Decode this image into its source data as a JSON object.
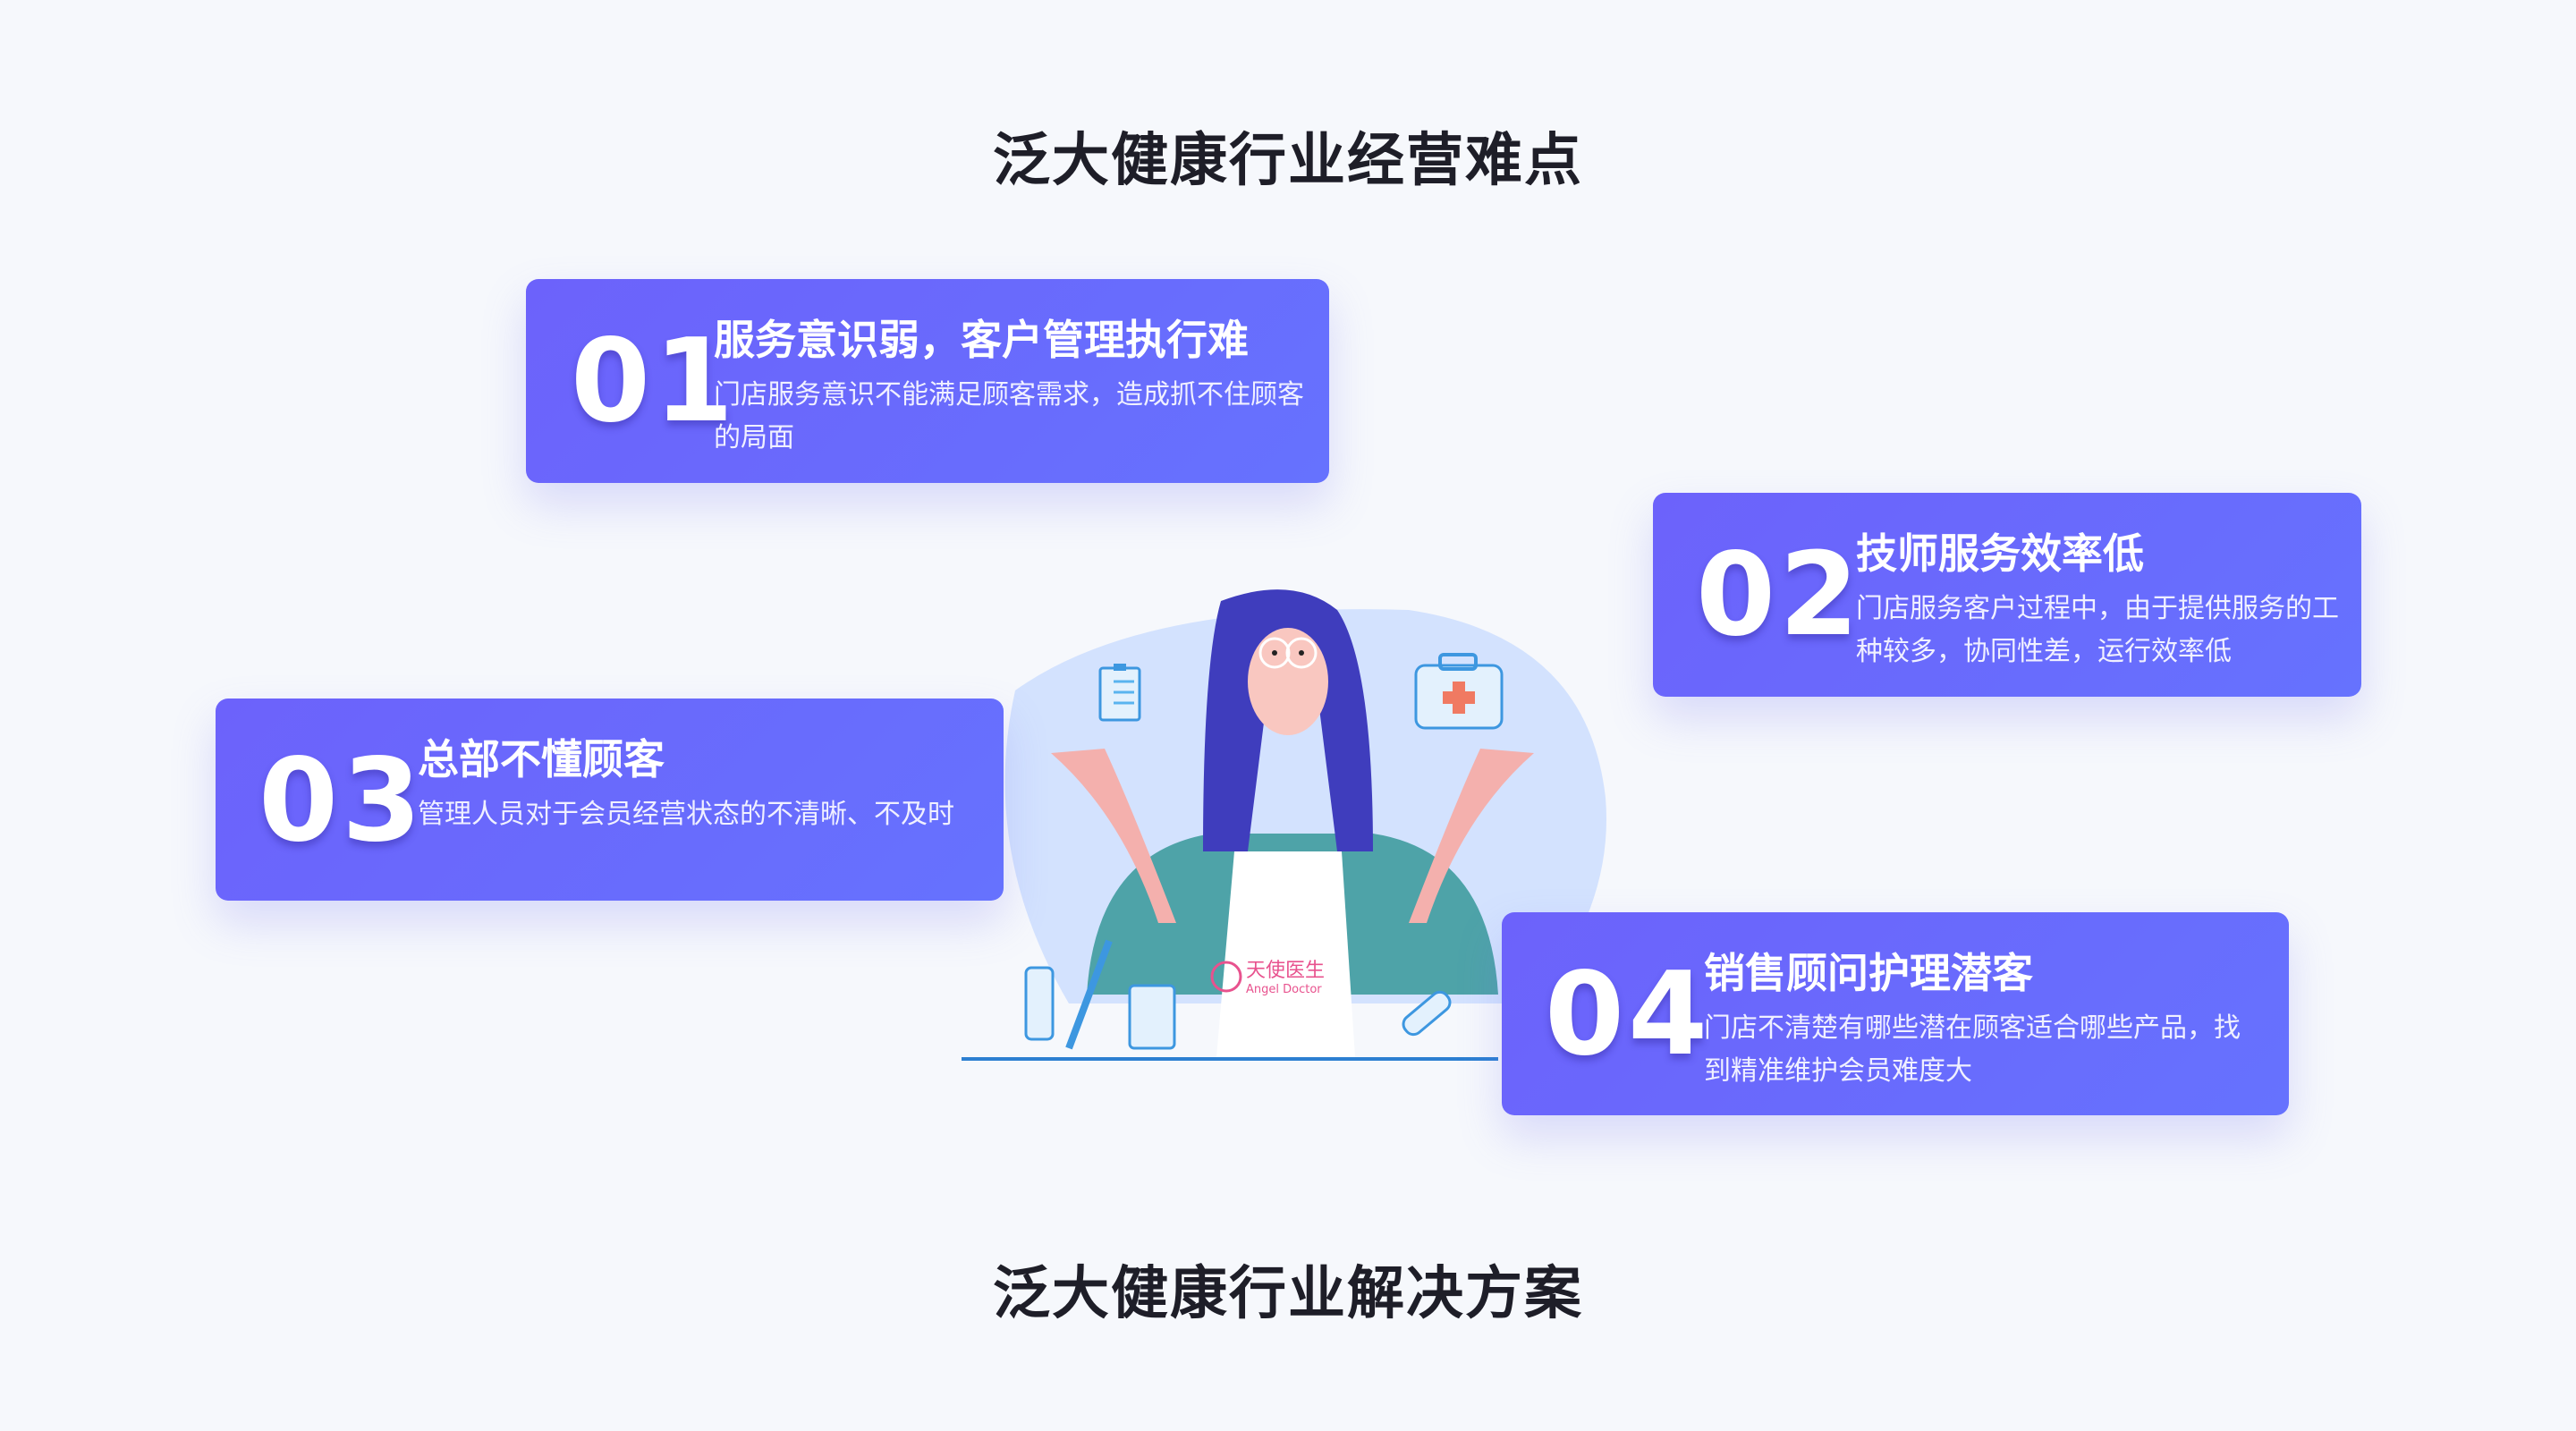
{
  "header": {
    "title": "泛大健康行业经营难点"
  },
  "cards": [
    {
      "number": "01",
      "title": "服务意识弱，客户管理执行难",
      "desc": "门店服务意识不能满足顾客需求，造成抓不住顾客的局面"
    },
    {
      "number": "02",
      "title": "技师服务效率低",
      "desc": "门店服务客户过程中，由于提供服务的工种较多，协同性差，运行效率低"
    },
    {
      "number": "03",
      "title": "总部不懂顾客",
      "desc": "管理人员对于会员经营状态的不清晰、不及时"
    },
    {
      "number": "04",
      "title": "销售顾问护理潜客",
      "desc": "门店不清楚有哪些潜在顾客适合哪些产品，找到精准维护会员难度大"
    }
  ],
  "illustration": {
    "logo_cn": "天使医生",
    "logo_en": "Angel Doctor"
  },
  "footer": {
    "title": "泛大健康行业解决方案"
  },
  "colors": {
    "card": "#6a66fc",
    "background": "#f6f8fc",
    "hair": "#3f3dbd",
    "shirt": "#4ea3a8"
  }
}
